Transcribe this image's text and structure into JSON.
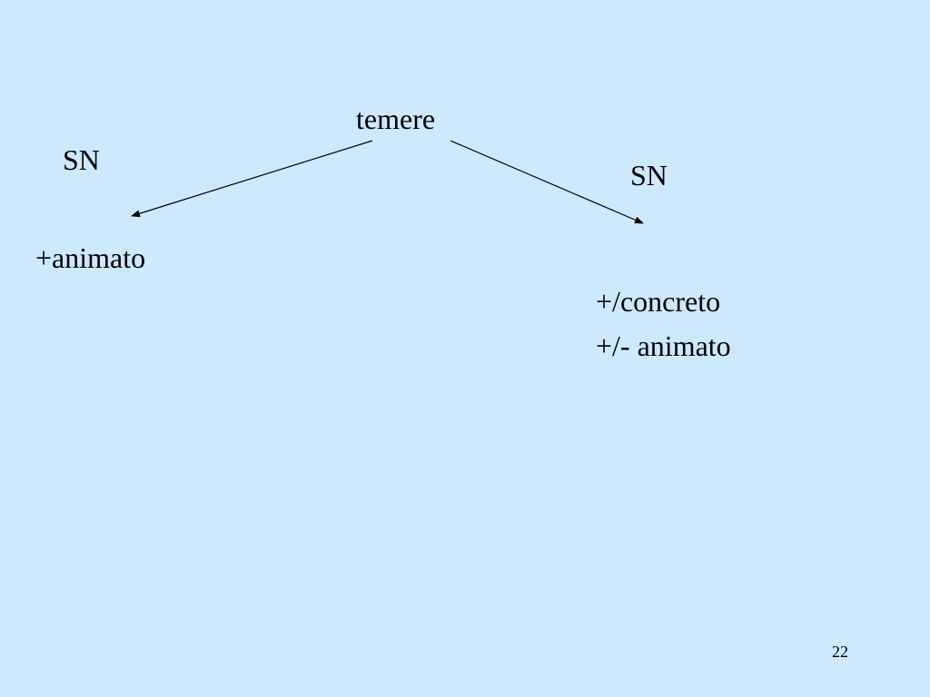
{
  "slide": {
    "root": "temere",
    "left_branch": {
      "node": "SN",
      "feature": "+animato"
    },
    "right_branch": {
      "node": "SN",
      "features": [
        "+/concreto",
        "+/- animato"
      ]
    },
    "slide_number": "22"
  }
}
